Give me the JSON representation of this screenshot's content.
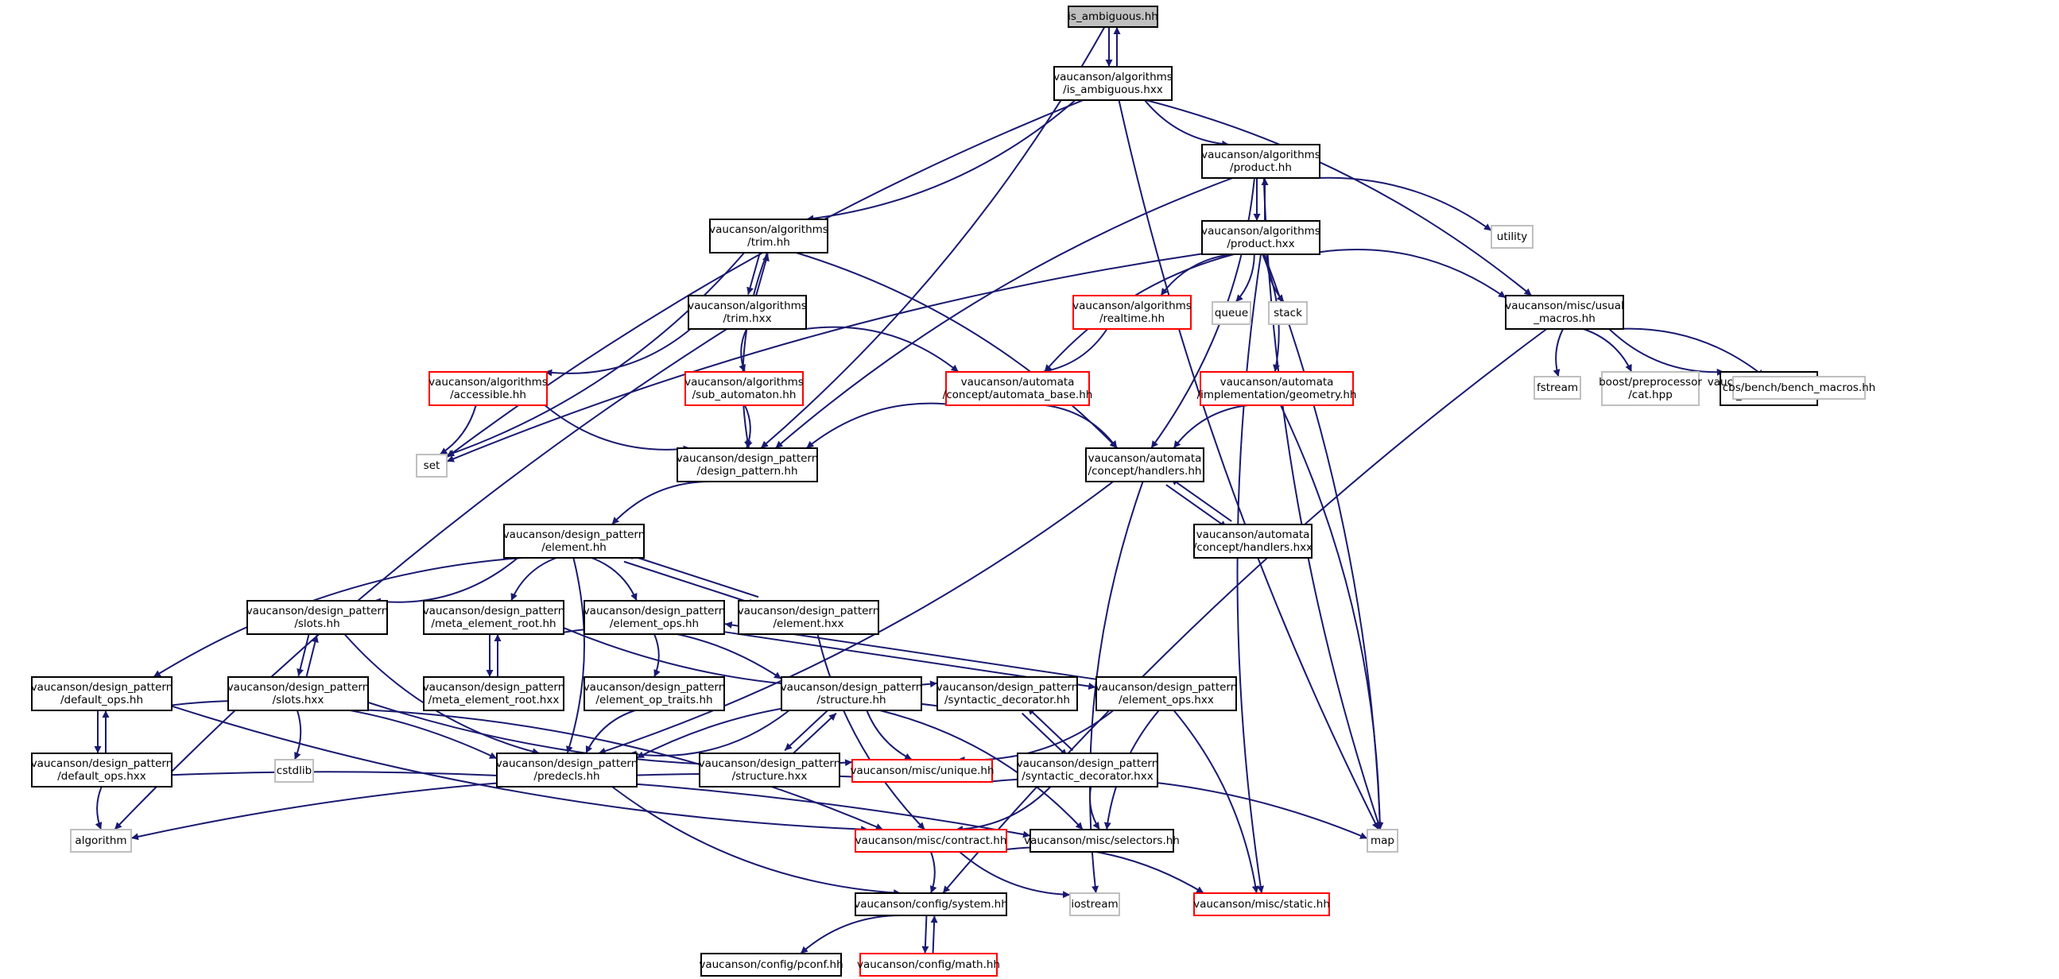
{
  "colors": {
    "edge": "#191970",
    "node_documented": "#000000",
    "node_incomplete": "#ff0000",
    "node_external": "#bfbfbf",
    "node_root_fill": "#bfbfbf",
    "background": "#ffffff"
  },
  "nodes": [
    {
      "id": "n1",
      "kind": "root",
      "lines": [
        "is_ambiguous.hh"
      ]
    },
    {
      "id": "n2",
      "kind": "documented",
      "lines": [
        "vaucanson/algorithms",
        "/is_ambiguous.hxx"
      ]
    },
    {
      "id": "n3",
      "kind": "documented",
      "lines": [
        "vaucanson/algorithms",
        "/product.hh"
      ]
    },
    {
      "id": "n4",
      "kind": "external",
      "lines": [
        "utility"
      ]
    },
    {
      "id": "n5",
      "kind": "documented",
      "lines": [
        "vaucanson/algorithms",
        "/trim.hh"
      ]
    },
    {
      "id": "n6",
      "kind": "documented",
      "lines": [
        "vaucanson/algorithms",
        "/product.hxx"
      ]
    },
    {
      "id": "n7",
      "kind": "documented",
      "lines": [
        "vaucanson/algorithms",
        "/trim.hxx"
      ]
    },
    {
      "id": "n8",
      "kind": "incomplete",
      "lines": [
        "vaucanson/algorithms",
        "/realtime.hh"
      ]
    },
    {
      "id": "n9",
      "kind": "external",
      "lines": [
        "queue"
      ]
    },
    {
      "id": "n10",
      "kind": "external",
      "lines": [
        "stack"
      ]
    },
    {
      "id": "n11",
      "kind": "documented",
      "lines": [
        "vaucanson/misc/usual",
        "_macros.hh"
      ]
    },
    {
      "id": "n12",
      "kind": "incomplete",
      "lines": [
        "vaucanson/algorithms",
        "/accessible.hh"
      ]
    },
    {
      "id": "n13",
      "kind": "incomplete",
      "lines": [
        "vaucanson/algorithms",
        "/sub_automaton.hh"
      ]
    },
    {
      "id": "n14",
      "kind": "incomplete",
      "lines": [
        "vaucanson/automata",
        "/concept/automata_base.hh"
      ]
    },
    {
      "id": "n15",
      "kind": "incomplete",
      "lines": [
        "vaucanson/automata",
        "/implementation/geometry.hh"
      ]
    },
    {
      "id": "n16",
      "kind": "external",
      "lines": [
        "fstream"
      ]
    },
    {
      "id": "n17",
      "kind": "external",
      "lines": [
        "boost/preprocessor",
        "/cat.hpp"
      ]
    },
    {
      "id": "n18",
      "kind": "documented",
      "lines": [
        "vaucanson/misc/global",
        "_bencher.hh"
      ]
    },
    {
      "id": "n19",
      "kind": "external",
      "lines": [
        "cbs/bench/bench_macros.hh"
      ]
    },
    {
      "id": "n20",
      "kind": "external",
      "lines": [
        "set"
      ]
    },
    {
      "id": "n21",
      "kind": "documented",
      "lines": [
        "vaucanson/design_pattern",
        "/design_pattern.hh"
      ]
    },
    {
      "id": "n22",
      "kind": "documented",
      "lines": [
        "vaucanson/automata",
        "/concept/handlers.hh"
      ]
    },
    {
      "id": "n23",
      "kind": "documented",
      "lines": [
        "vaucanson/design_pattern",
        "/element.hh"
      ]
    },
    {
      "id": "n24",
      "kind": "documented",
      "lines": [
        "vaucanson/automata",
        "/concept/handlers.hxx"
      ]
    },
    {
      "id": "n25",
      "kind": "documented",
      "lines": [
        "vaucanson/design_pattern",
        "/slots.hh"
      ]
    },
    {
      "id": "n26",
      "kind": "documented",
      "lines": [
        "vaucanson/design_pattern",
        "/meta_element_root.hh"
      ]
    },
    {
      "id": "n27",
      "kind": "documented",
      "lines": [
        "vaucanson/design_pattern",
        "/element_ops.hh"
      ]
    },
    {
      "id": "n28",
      "kind": "documented",
      "lines": [
        "vaucanson/design_pattern",
        "/element.hxx"
      ]
    },
    {
      "id": "n29",
      "kind": "documented",
      "lines": [
        "vaucanson/design_pattern",
        "/default_ops.hh"
      ]
    },
    {
      "id": "n30",
      "kind": "documented",
      "lines": [
        "vaucanson/design_pattern",
        "/slots.hxx"
      ]
    },
    {
      "id": "n31",
      "kind": "documented",
      "lines": [
        "vaucanson/design_pattern",
        "/meta_element_root.hxx"
      ]
    },
    {
      "id": "n32",
      "kind": "documented",
      "lines": [
        "vaucanson/design_pattern",
        "/element_op_traits.hh"
      ]
    },
    {
      "id": "n33",
      "kind": "documented",
      "lines": [
        "vaucanson/design_pattern",
        "/structure.hh"
      ]
    },
    {
      "id": "n34",
      "kind": "documented",
      "lines": [
        "vaucanson/design_pattern",
        "/syntactic_decorator.hh"
      ]
    },
    {
      "id": "n35",
      "kind": "documented",
      "lines": [
        "vaucanson/design_pattern",
        "/element_ops.hxx"
      ]
    },
    {
      "id": "n36",
      "kind": "documented",
      "lines": [
        "vaucanson/design_pattern",
        "/default_ops.hxx"
      ]
    },
    {
      "id": "n37",
      "kind": "external",
      "lines": [
        "cstdlib"
      ]
    },
    {
      "id": "n38",
      "kind": "documented",
      "lines": [
        "vaucanson/design_pattern",
        "/predecls.hh"
      ]
    },
    {
      "id": "n39",
      "kind": "documented",
      "lines": [
        "vaucanson/design_pattern",
        "/structure.hxx"
      ]
    },
    {
      "id": "n40",
      "kind": "incomplete",
      "lines": [
        "vaucanson/misc/unique.hh"
      ]
    },
    {
      "id": "n41",
      "kind": "documented",
      "lines": [
        "vaucanson/design_pattern",
        "/syntactic_decorator.hxx"
      ]
    },
    {
      "id": "n42",
      "kind": "external",
      "lines": [
        "map"
      ]
    },
    {
      "id": "n43",
      "kind": "external",
      "lines": [
        "algorithm"
      ]
    },
    {
      "id": "n44",
      "kind": "incomplete",
      "lines": [
        "vaucanson/misc/contract.hh"
      ]
    },
    {
      "id": "n45",
      "kind": "documented",
      "lines": [
        "vaucanson/misc/selectors.hh"
      ]
    },
    {
      "id": "n46",
      "kind": "documented",
      "lines": [
        "vaucanson/config/system.hh"
      ]
    },
    {
      "id": "n47",
      "kind": "external",
      "lines": [
        "iostream"
      ]
    },
    {
      "id": "n48",
      "kind": "incomplete",
      "lines": [
        "vaucanson/misc/static.hh"
      ]
    },
    {
      "id": "n49",
      "kind": "documented",
      "lines": [
        "vaucanson/config/pconf.hh"
      ]
    },
    {
      "id": "n50",
      "kind": "incomplete",
      "lines": [
        "vaucanson/config/math.hh"
      ]
    }
  ],
  "edges": [
    [
      "n1",
      "n2"
    ],
    [
      "n2",
      "n1"
    ],
    [
      "n1",
      "n21"
    ],
    [
      "n2",
      "n3"
    ],
    [
      "n2",
      "n5"
    ],
    [
      "n2",
      "n20"
    ],
    [
      "n2",
      "n11"
    ],
    [
      "n2",
      "n42"
    ],
    [
      "n3",
      "n6"
    ],
    [
      "n6",
      "n3"
    ],
    [
      "n3",
      "n4"
    ],
    [
      "n3",
      "n21"
    ],
    [
      "n3",
      "n22"
    ],
    [
      "n3",
      "n42"
    ],
    [
      "n5",
      "n7"
    ],
    [
      "n7",
      "n5"
    ],
    [
      "n5",
      "n20"
    ],
    [
      "n5",
      "n21"
    ],
    [
      "n5",
      "n22"
    ],
    [
      "n6",
      "n8"
    ],
    [
      "n6",
      "n9"
    ],
    [
      "n6",
      "n10"
    ],
    [
      "n6",
      "n11"
    ],
    [
      "n6",
      "n14"
    ],
    [
      "n6",
      "n15"
    ],
    [
      "n6",
      "n20"
    ],
    [
      "n6",
      "n42"
    ],
    [
      "n6",
      "n48"
    ],
    [
      "n7",
      "n12"
    ],
    [
      "n7",
      "n13"
    ],
    [
      "n7",
      "n14"
    ],
    [
      "n7",
      "n43"
    ],
    [
      "n8",
      "n14"
    ],
    [
      "n11",
      "n16"
    ],
    [
      "n11",
      "n17"
    ],
    [
      "n11",
      "n18"
    ],
    [
      "n11",
      "n19"
    ],
    [
      "n11",
      "n46"
    ],
    [
      "n12",
      "n20"
    ],
    [
      "n12",
      "n21"
    ],
    [
      "n13",
      "n21"
    ],
    [
      "n14",
      "n21"
    ],
    [
      "n14",
      "n22"
    ],
    [
      "n15",
      "n22"
    ],
    [
      "n15",
      "n42"
    ],
    [
      "n21",
      "n23"
    ],
    [
      "n22",
      "n24"
    ],
    [
      "n24",
      "n22"
    ],
    [
      "n22",
      "n38"
    ],
    [
      "n22",
      "n47"
    ],
    [
      "n23",
      "n25"
    ],
    [
      "n23",
      "n26"
    ],
    [
      "n23",
      "n27"
    ],
    [
      "n23",
      "n28"
    ],
    [
      "n28",
      "n23"
    ],
    [
      "n23",
      "n29"
    ],
    [
      "n23",
      "n38"
    ],
    [
      "n25",
      "n30"
    ],
    [
      "n30",
      "n25"
    ],
    [
      "n25",
      "n38"
    ],
    [
      "n26",
      "n31"
    ],
    [
      "n31",
      "n26"
    ],
    [
      "n26",
      "n33"
    ],
    [
      "n26",
      "n34"
    ],
    [
      "n27",
      "n32"
    ],
    [
      "n27",
      "n35"
    ],
    [
      "n35",
      "n27"
    ],
    [
      "n28",
      "n44"
    ],
    [
      "n29",
      "n36"
    ],
    [
      "n36",
      "n29"
    ],
    [
      "n29",
      "n38"
    ],
    [
      "n29",
      "n44"
    ],
    [
      "n30",
      "n37"
    ],
    [
      "n30",
      "n40"
    ],
    [
      "n30",
      "n44"
    ],
    [
      "n32",
      "n38"
    ],
    [
      "n33",
      "n38"
    ],
    [
      "n33",
      "n39"
    ],
    [
      "n39",
      "n33"
    ],
    [
      "n33",
      "n40"
    ],
    [
      "n33",
      "n45"
    ],
    [
      "n34",
      "n38"
    ],
    [
      "n34",
      "n41"
    ],
    [
      "n41",
      "n34"
    ],
    [
      "n35",
      "n40"
    ],
    [
      "n35",
      "n45"
    ],
    [
      "n35",
      "n48"
    ],
    [
      "n36",
      "n43"
    ],
    [
      "n36",
      "n45"
    ],
    [
      "n38",
      "n46"
    ],
    [
      "n40",
      "n42"
    ],
    [
      "n40",
      "n43"
    ],
    [
      "n41",
      "n44"
    ],
    [
      "n41",
      "n45"
    ],
    [
      "n44",
      "n46"
    ],
    [
      "n44",
      "n47"
    ],
    [
      "n44",
      "n48"
    ],
    [
      "n46",
      "n49"
    ],
    [
      "n46",
      "n50"
    ],
    [
      "n50",
      "n46"
    ]
  ]
}
